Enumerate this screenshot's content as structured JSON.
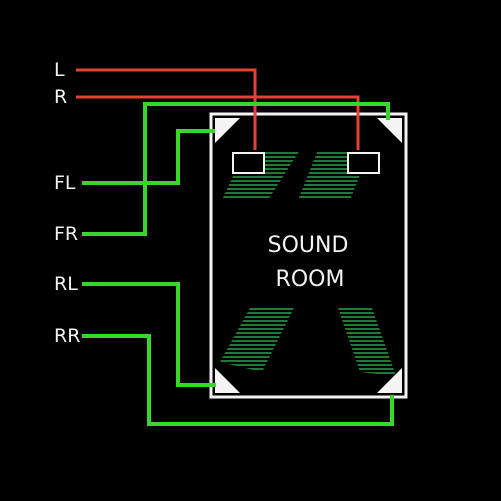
{
  "diagram": {
    "inputs": {
      "left": "L",
      "right": "R",
      "front_left": "FL",
      "front_right": "FR",
      "rear_left": "RL",
      "rear_right": "RR"
    },
    "room": {
      "line1": "SOUND",
      "line2": "ROOM"
    },
    "colors": {
      "background": "#000000",
      "stereo_wire": "#e8412f",
      "surround_wire": "#37d62b",
      "room_outline": "#f4f4f4",
      "sound_pattern": "#1f7a38",
      "text": "#f2f2f2"
    }
  }
}
